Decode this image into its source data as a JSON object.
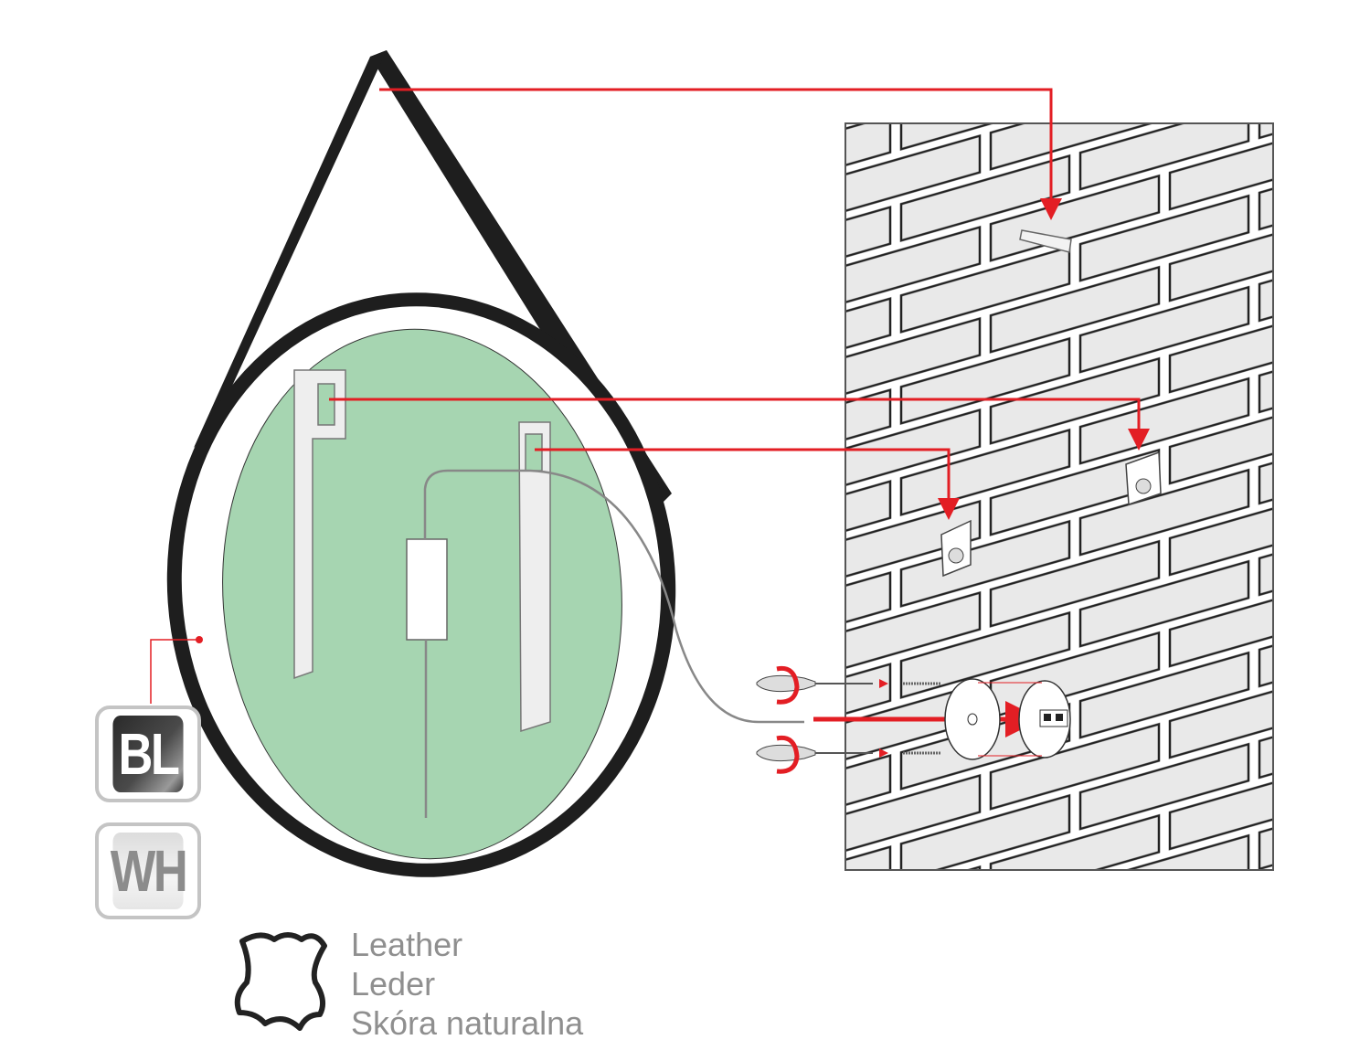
{
  "badges": [
    {
      "code": "BL",
      "meaning_color": "#3a3a3a"
    },
    {
      "code": "WH",
      "meaning_color": "#e8e8e8"
    }
  ],
  "legend": {
    "icon": "leather-hide-icon",
    "lines": [
      "Leather",
      "Leder",
      "Skóra naturalna"
    ]
  },
  "colors": {
    "accent": "#e31e24",
    "mirror_glass": "#a6d5b1",
    "frame": "#1e1e1e",
    "wall": "#e8e8e8"
  }
}
